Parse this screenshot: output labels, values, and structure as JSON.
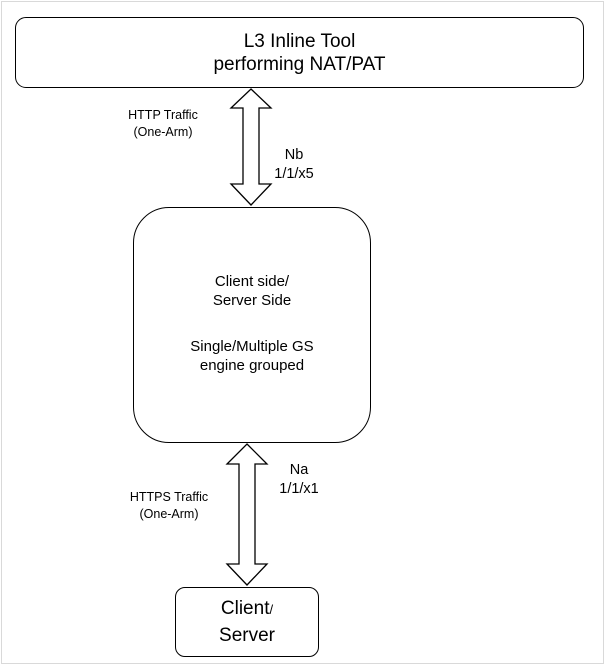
{
  "top_box": {
    "line1": "L3 Inline Tool",
    "line2": "performing NAT/PAT"
  },
  "middle_box": {
    "line1": "Client side/",
    "line2": "Server Side",
    "line3": "Single/Multiple GS",
    "line4": "engine grouped"
  },
  "bottom_box": {
    "word1": "Client",
    "separator": "/",
    "word2": "Server"
  },
  "upper_link": {
    "traffic_line1": "HTTP Traffic",
    "traffic_line2": "(One-Arm)",
    "port_name": "Nb",
    "port_id": "1/1/x5"
  },
  "lower_link": {
    "traffic_line1": "HTTPS Traffic",
    "traffic_line2": "(One-Arm)",
    "port_name": "Na",
    "port_id": "1/1/x1"
  }
}
